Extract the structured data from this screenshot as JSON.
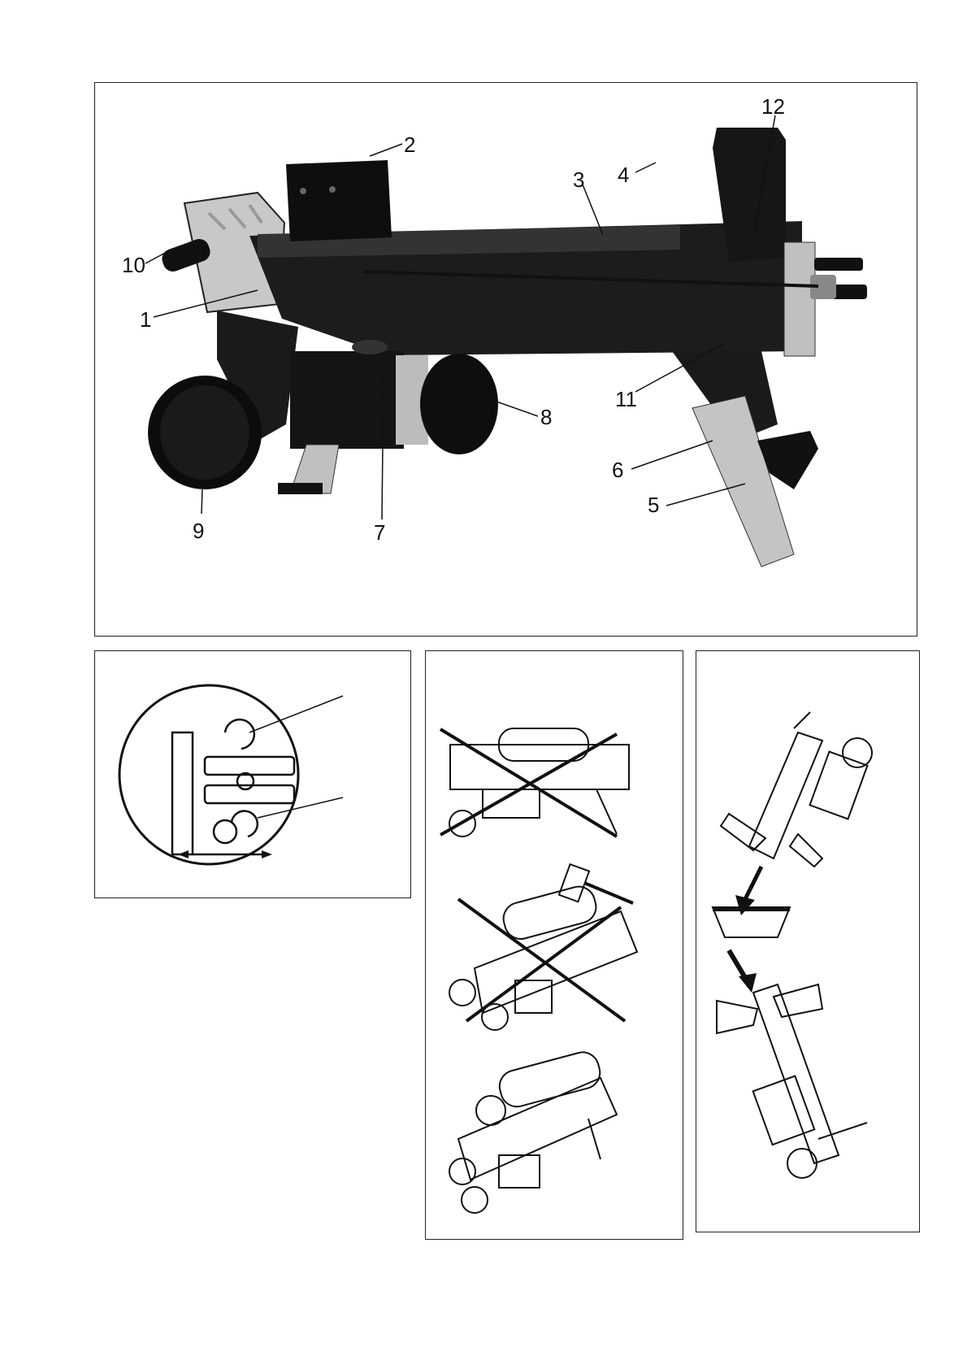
{
  "figure_main": {
    "callouts": [
      "1",
      "2",
      "3",
      "4",
      "5",
      "6",
      "7",
      "8",
      "9",
      "10",
      "11",
      "12"
    ]
  },
  "figure_a": {
    "icon": "adjustment-detail-icon"
  },
  "figure_b": {
    "icons": [
      "incorrect-log-placement-icon",
      "incorrect-striking-icon",
      "correct-log-placement-icon"
    ]
  },
  "figure_c": {
    "icons": [
      "tilt-machine-icon",
      "oil-drain-icon",
      "oil-container-icon"
    ]
  },
  "colors": {
    "line": "#111111",
    "machine": "#1a1a1a",
    "metal": "#bfbfbf"
  }
}
